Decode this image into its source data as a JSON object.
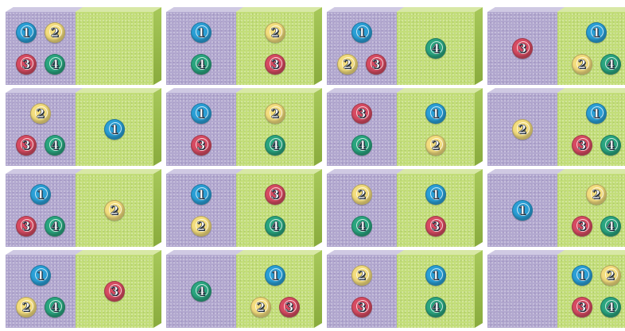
{
  "ball_colors": {
    "1": "#2a9fd6",
    "2": "#f3dd7e",
    "3": "#d64b62",
    "4": "#2aa57f"
  },
  "left_color": "#b2a8cf",
  "right_color": "#c3de79",
  "blocks": [
    {
      "left": [
        "1",
        "2",
        "3",
        "4"
      ],
      "right": []
    },
    {
      "left": [
        "1",
        "4"
      ],
      "right": [
        "2",
        "3"
      ]
    },
    {
      "left": [
        "1",
        "2",
        "3"
      ],
      "right": [
        "4"
      ]
    },
    {
      "left": [
        "3"
      ],
      "right": [
        "1",
        "2",
        "4"
      ]
    },
    {
      "left": [
        "2",
        "3",
        "4"
      ],
      "right": [
        "1"
      ]
    },
    {
      "left": [
        "1",
        "3"
      ],
      "right": [
        "2",
        "4"
      ]
    },
    {
      "left": [
        "3",
        "4"
      ],
      "right": [
        "1",
        "2"
      ]
    },
    {
      "left": [
        "2"
      ],
      "right": [
        "1",
        "3",
        "4"
      ]
    },
    {
      "left": [
        "1",
        "3",
        "4"
      ],
      "right": [
        "2"
      ]
    },
    {
      "left": [
        "1",
        "2"
      ],
      "right": [
        "3",
        "4"
      ]
    },
    {
      "left": [
        "2",
        "4"
      ],
      "right": [
        "1",
        "3"
      ]
    },
    {
      "left": [
        "1"
      ],
      "right": [
        "2",
        "3",
        "4"
      ]
    },
    {
      "left": [
        "1",
        "2",
        "4"
      ],
      "right": [
        "3"
      ]
    },
    {
      "left": [
        "4"
      ],
      "right": [
        "1",
        "2",
        "3"
      ]
    },
    {
      "left": [
        "2",
        "3"
      ],
      "right": [
        "1",
        "4"
      ]
    },
    {
      "left": [],
      "right": [
        "1",
        "2",
        "3",
        "4"
      ]
    }
  ]
}
